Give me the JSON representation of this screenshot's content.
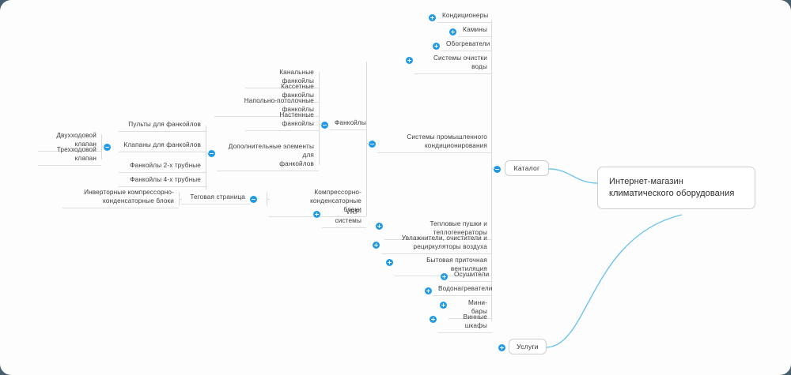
{
  "canvas": {
    "background": "#fdfdfd",
    "outer_background": "#46606e",
    "accent": "#1e9ae8",
    "line_color": "#d9d9d9",
    "link_color": "#6fc3ec"
  },
  "root": {
    "label": "Интернет-магазин климатического\nоборудования"
  },
  "branches": [
    {
      "label": "Каталог",
      "icon": "minus-circle-icon"
    },
    {
      "label": "Услуги",
      "icon": "plus-circle-icon"
    }
  ],
  "catalog_children": [
    {
      "label": "Кондиционеры",
      "icon": "plus-circle-icon"
    },
    {
      "label": "Камины",
      "icon": "plus-circle-icon"
    },
    {
      "label": "Обогреватели",
      "icon": "plus-circle-icon"
    },
    {
      "label": "Системы очистки воды",
      "icon": "plus-circle-icon"
    },
    {
      "label": "Системы промышленного\nкондиционирования",
      "icon": "minus-circle-icon"
    },
    {
      "label": "Тепловые пушки и теплогенераторы",
      "icon": "plus-circle-icon"
    },
    {
      "label": "Увлажнители, очистители и\nрециркуляторы воздуха",
      "icon": "plus-circle-icon"
    },
    {
      "label": "Бытовая приточная вентиляция",
      "icon": "plus-circle-icon"
    },
    {
      "label": "Осушители",
      "icon": "plus-circle-icon"
    },
    {
      "label": "Водонагреватели",
      "icon": "plus-circle-icon"
    },
    {
      "label": "Мини-бары",
      "icon": "plus-circle-icon"
    },
    {
      "label": "Винные шкафы",
      "icon": "plus-circle-icon"
    }
  ],
  "industrial_children": [
    {
      "label": "Фанкойлы",
      "icon": "minus-circle-icon"
    },
    {
      "label": "Компрессорно-конденсаторные\nблоки",
      "icon": "none"
    },
    {
      "label": "VRF-системы",
      "icon": "plus-circle-icon"
    }
  ],
  "fancoil_children": [
    {
      "label": "Канальные фанкойлы",
      "icon": "none"
    },
    {
      "label": "Кассетные фанкойлы",
      "icon": "none"
    },
    {
      "label": "Напольно-потолочные фанкойлы",
      "icon": "none"
    },
    {
      "label": "Настенные фанкойлы",
      "icon": "none"
    },
    {
      "label": "Дополнительные элементы для\nфанкойлов",
      "icon": "minus-circle-icon"
    }
  ],
  "accessory_children": [
    {
      "label": "Пульты для фанкойлов",
      "icon": "none"
    },
    {
      "label": "Клапаны для фанкойлов",
      "icon": "minus-circle-icon"
    },
    {
      "label": "Фанкойлы 2-х трубные",
      "icon": "none"
    },
    {
      "label": "Фанкойлы 4-х трубные",
      "icon": "none"
    }
  ],
  "valve_children": [
    {
      "label": "Двухходовой клапан",
      "icon": "none"
    },
    {
      "label": "Трехходовой клапан",
      "icon": "none"
    }
  ],
  "ccb_children": [
    {
      "label": "Теговая страница",
      "icon": "minus-circle-icon"
    }
  ],
  "tag_children": [
    {
      "label": "Инверторные компрессорно-\nконденсаторные блоки",
      "icon": "none"
    }
  ]
}
